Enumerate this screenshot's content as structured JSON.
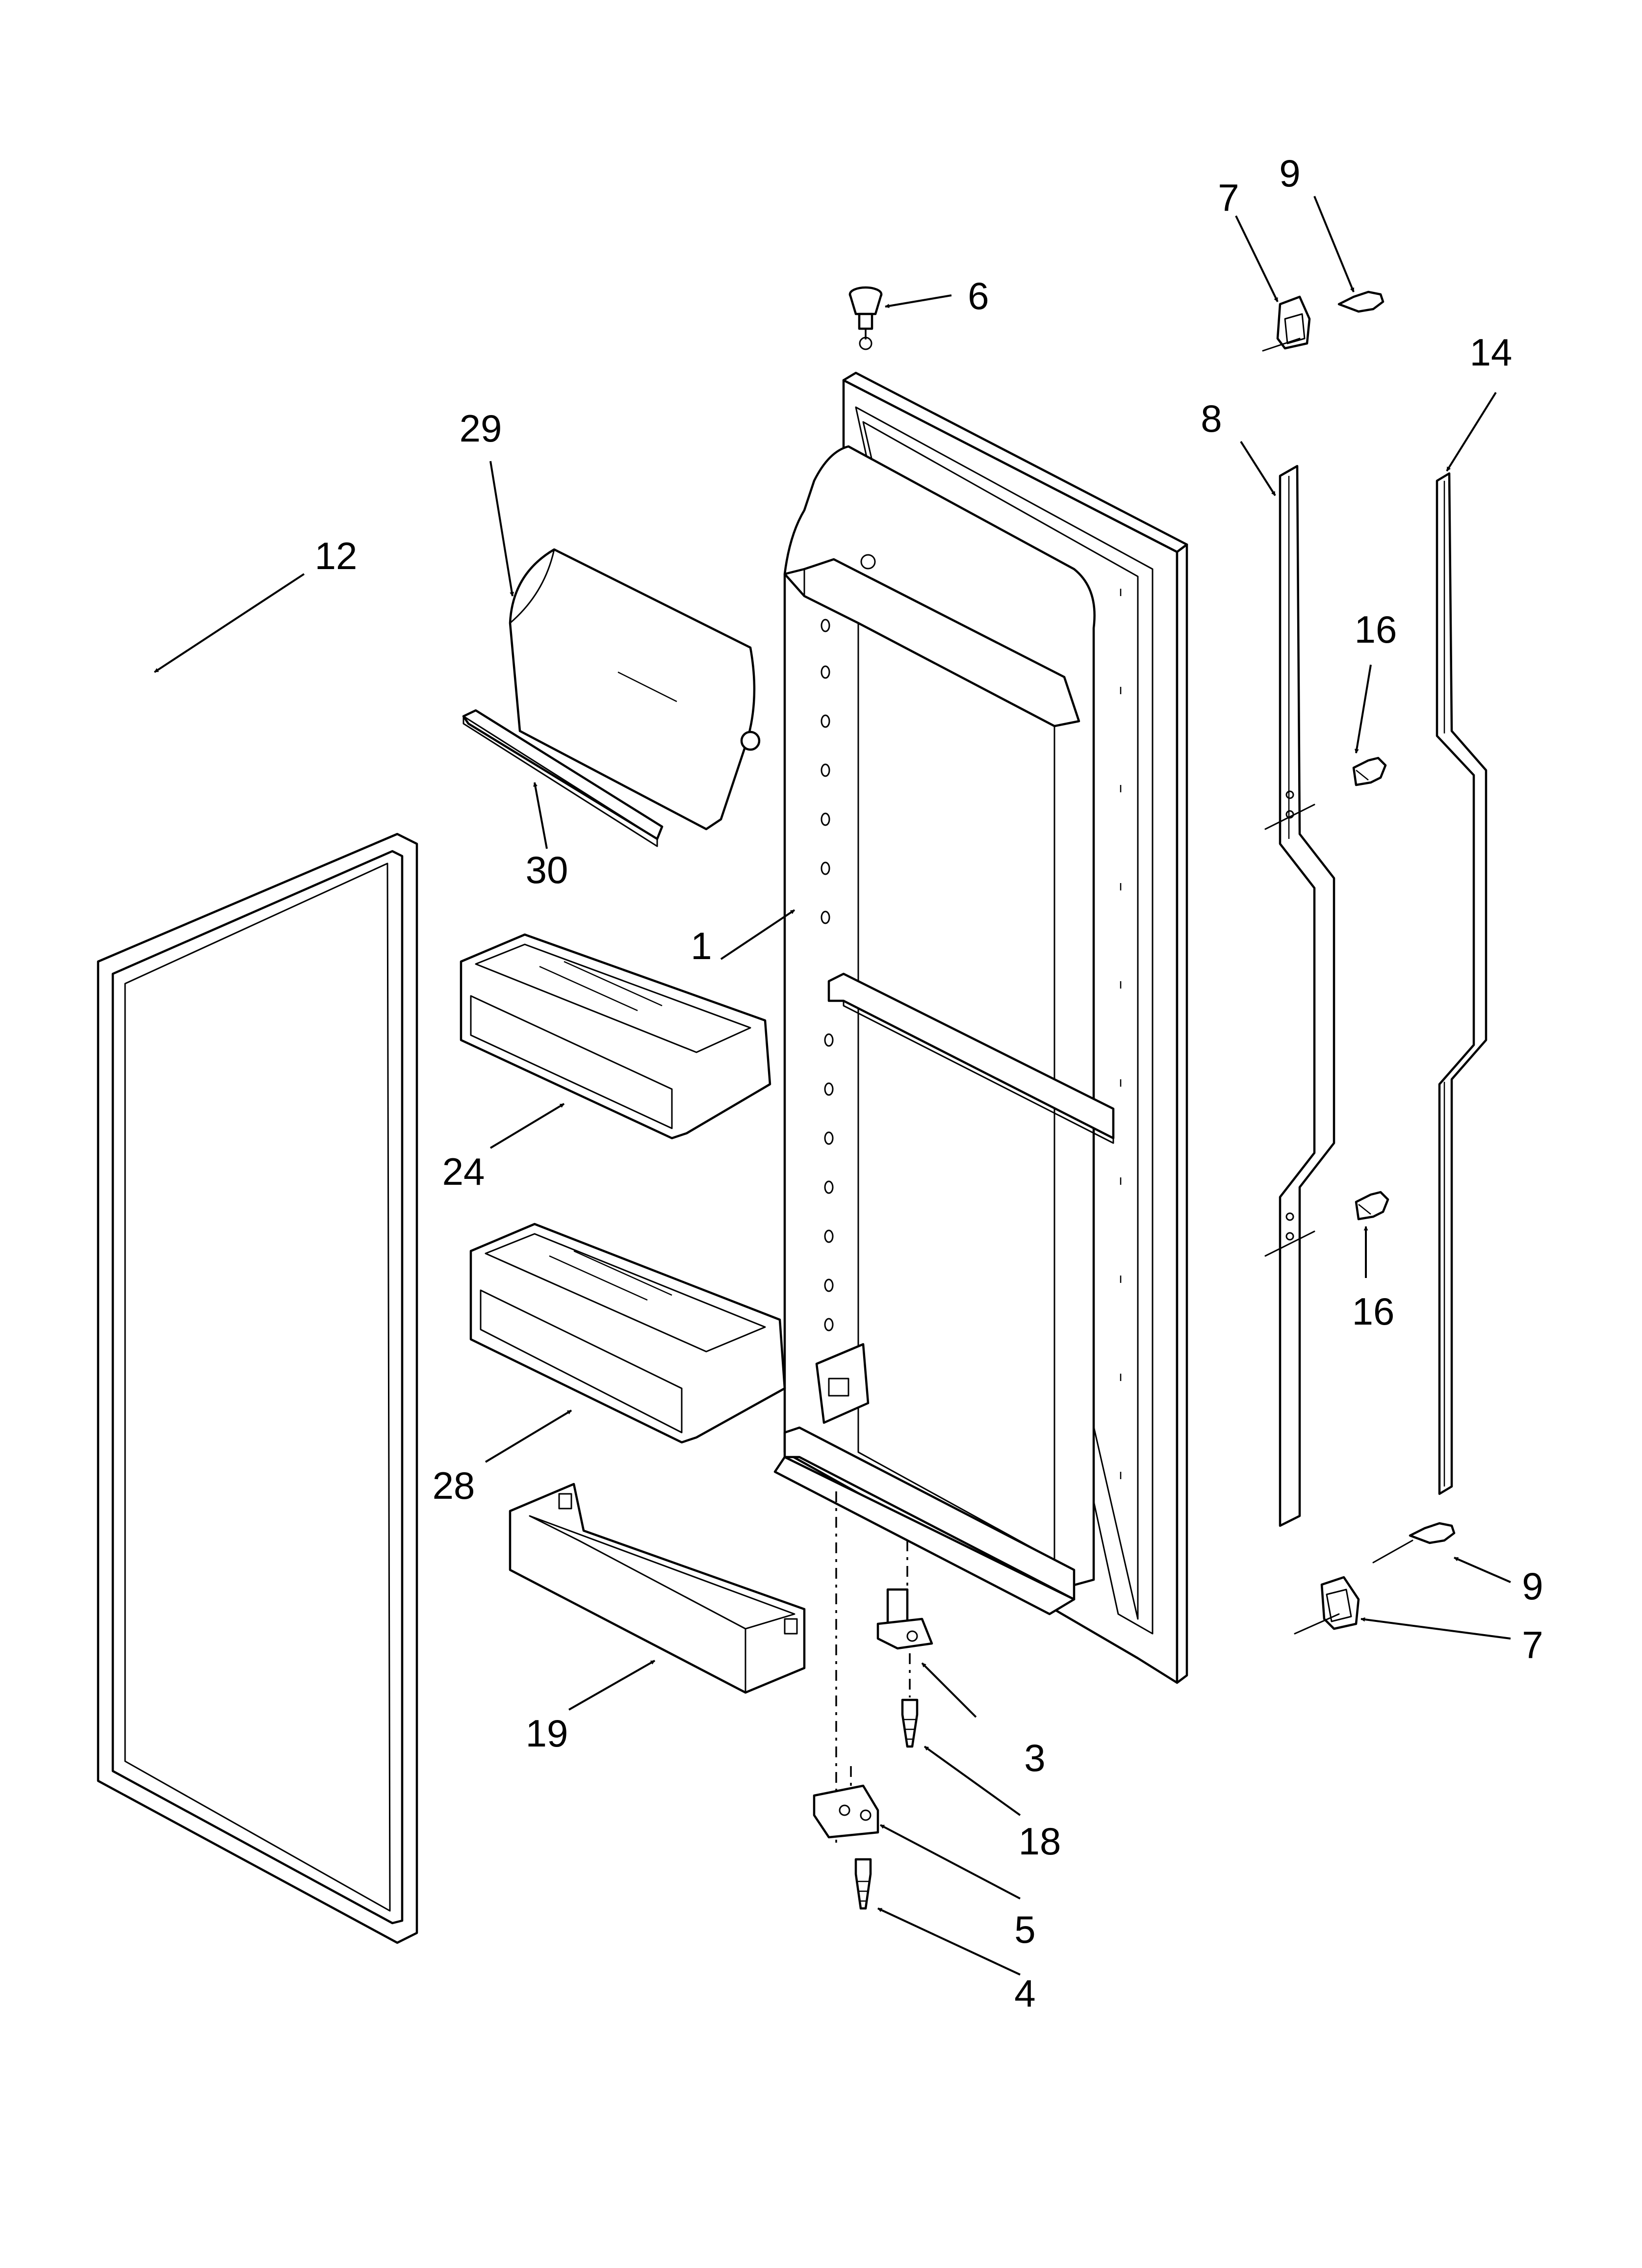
{
  "callouts": [
    {
      "id": "1",
      "text": "1"
    },
    {
      "id": "3",
      "text": "3"
    },
    {
      "id": "4",
      "text": "4"
    },
    {
      "id": "5",
      "text": "5"
    },
    {
      "id": "6",
      "text": "6"
    },
    {
      "id": "7a",
      "text": "7"
    },
    {
      "id": "7b",
      "text": "7"
    },
    {
      "id": "8",
      "text": "8"
    },
    {
      "id": "9a",
      "text": "9"
    },
    {
      "id": "9b",
      "text": "9"
    },
    {
      "id": "12",
      "text": "12"
    },
    {
      "id": "14",
      "text": "14"
    },
    {
      "id": "16a",
      "text": "16"
    },
    {
      "id": "16b",
      "text": "16"
    },
    {
      "id": "18",
      "text": "18"
    },
    {
      "id": "19",
      "text": "19"
    },
    {
      "id": "24",
      "text": "24"
    },
    {
      "id": "28",
      "text": "28"
    },
    {
      "id": "29",
      "text": "29"
    },
    {
      "id": "30",
      "text": "30"
    }
  ],
  "colors": {
    "line": "#000000",
    "background": "#ffffff"
  }
}
